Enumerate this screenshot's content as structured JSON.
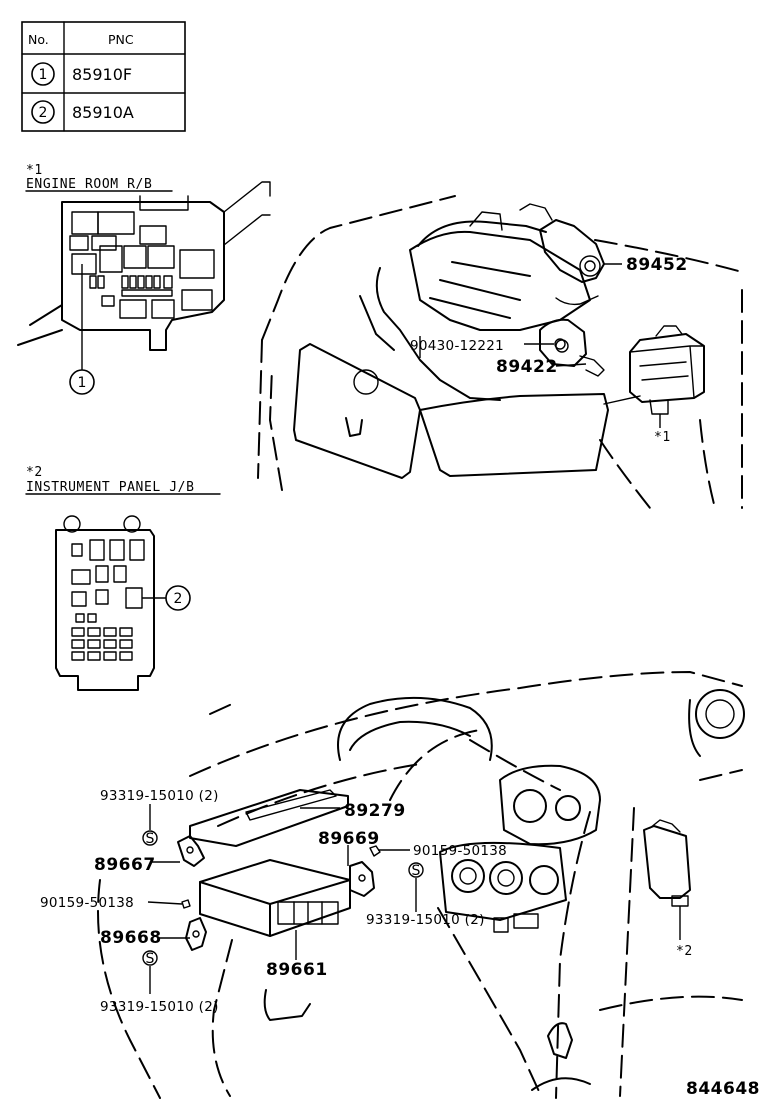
{
  "table": {
    "headers": [
      "No.",
      "PNC"
    ],
    "rows": [
      {
        "no": "1",
        "pnc": "85910F"
      },
      {
        "no": "2",
        "pnc": "85910A"
      }
    ]
  },
  "callouts": {
    "c1_mark": "*1",
    "c1_title": "ENGINE ROOM R/B",
    "c1_marker": "1",
    "c2_mark": "*2",
    "c2_title": "INSTRUMENT PANEL J/B",
    "c2_marker": "2",
    "engine_ref": "*1",
    "dash_ref": "*2"
  },
  "parts": {
    "p89452": "89452",
    "p90430": "90430-12221",
    "p89422": "89422",
    "p93319_a": "93319-15010 (2)",
    "p89279": "89279",
    "p89669": "89669",
    "p90159_a": "90159-50138",
    "p89667": "89667",
    "p93319_b": "93319-15010 (2)",
    "p90159_b": "90159-50138",
    "p89668": "89668",
    "p89661": "89661",
    "p93319_c": "93319-15010 (2)"
  },
  "diagram_id": "844648"
}
